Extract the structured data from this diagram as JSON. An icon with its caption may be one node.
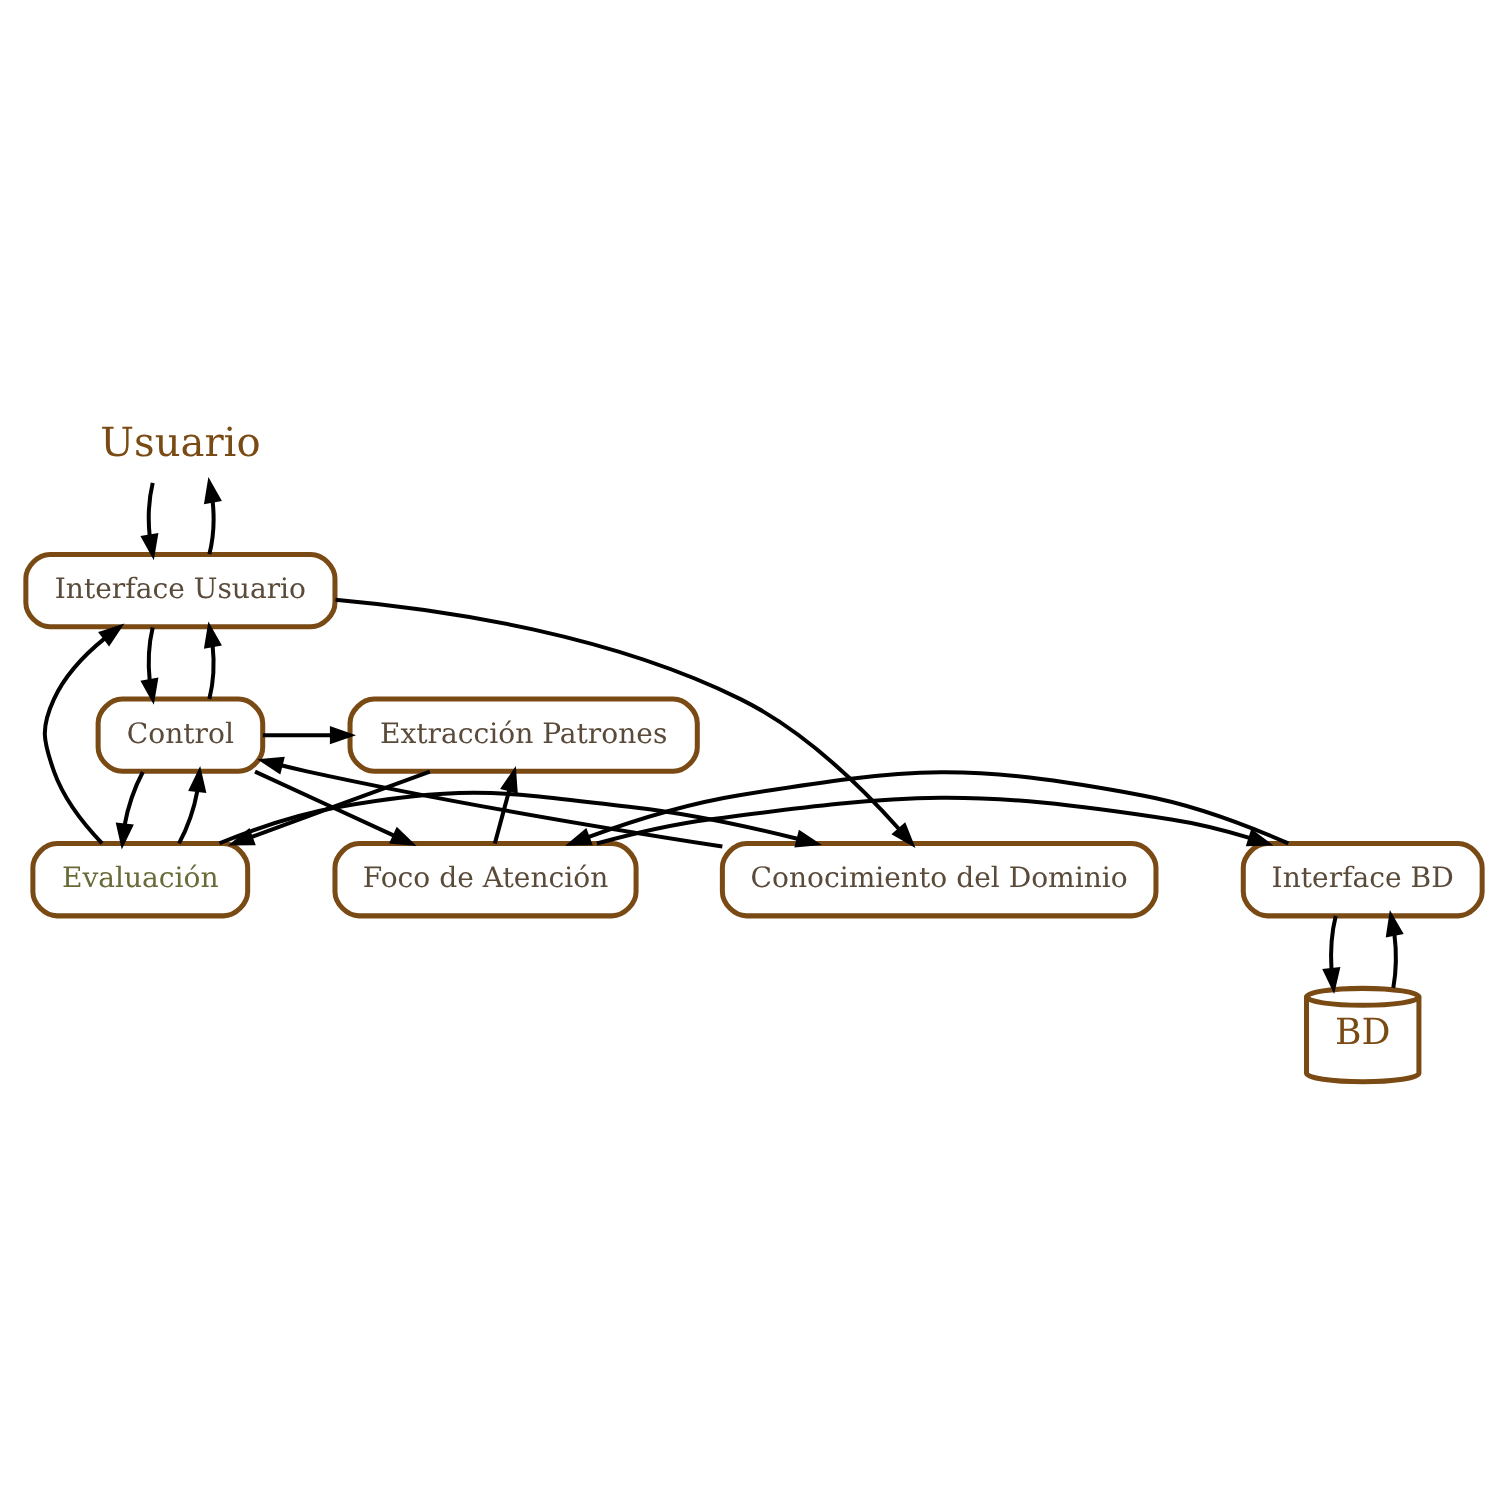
{
  "diagram": {
    "nodes": [
      {
        "text": [
          "Usuario"
        ]
      },
      {
        "text": [
          "Interface Usuario"
        ]
      },
      {
        "text": [
          "Evaluación"
        ]
      },
      {
        "text": [
          "Conocimiento del Dominio"
        ]
      },
      {
        "text": [
          "Extracción Patrones"
        ]
      },
      {
        "text": [
          "Control"
        ]
      },
      {
        "text": [
          "Foco de Atención"
        ]
      },
      {
        "text": [
          "Interface BD"
        ]
      },
      {
        "text": [
          "BD"
        ]
      }
    ],
    "edges": [
      {
        "from": 0,
        "to": 1,
        "arrow": "to"
      },
      {
        "from": 1,
        "to": 0,
        "arrow": "to"
      },
      {
        "from": 2,
        "to": 1,
        "arrow": "to"
      },
      {
        "from": 1,
        "to": 3,
        "arrow": "to"
      },
      {
        "from": 2,
        "to": 3,
        "arrow": "to"
      },
      {
        "from": 1,
        "to": 5,
        "arrow": "to"
      },
      {
        "from": 5,
        "to": 1,
        "arrow": "to"
      },
      {
        "from": 3,
        "to": 5,
        "arrow": "to"
      },
      {
        "from": 5,
        "to": 2,
        "arrow": "to"
      },
      {
        "from": 2,
        "to": 5,
        "arrow": "to"
      },
      {
        "from": 5,
        "to": 4,
        "arrow": "to"
      },
      {
        "from": 4,
        "to": 2,
        "arrow": "to"
      },
      {
        "from": 5,
        "to": 6,
        "arrow": "to"
      },
      {
        "from": 6,
        "to": 4,
        "arrow": "to"
      },
      {
        "from": 6,
        "to": 7,
        "arrow": "to"
      },
      {
        "from": 7,
        "to": 6,
        "arrow": "to"
      },
      {
        "from": 7,
        "to": 8,
        "arrow": "to"
      },
      {
        "from": 8,
        "to": 7,
        "arrow": "to"
      }
    ]
  }
}
